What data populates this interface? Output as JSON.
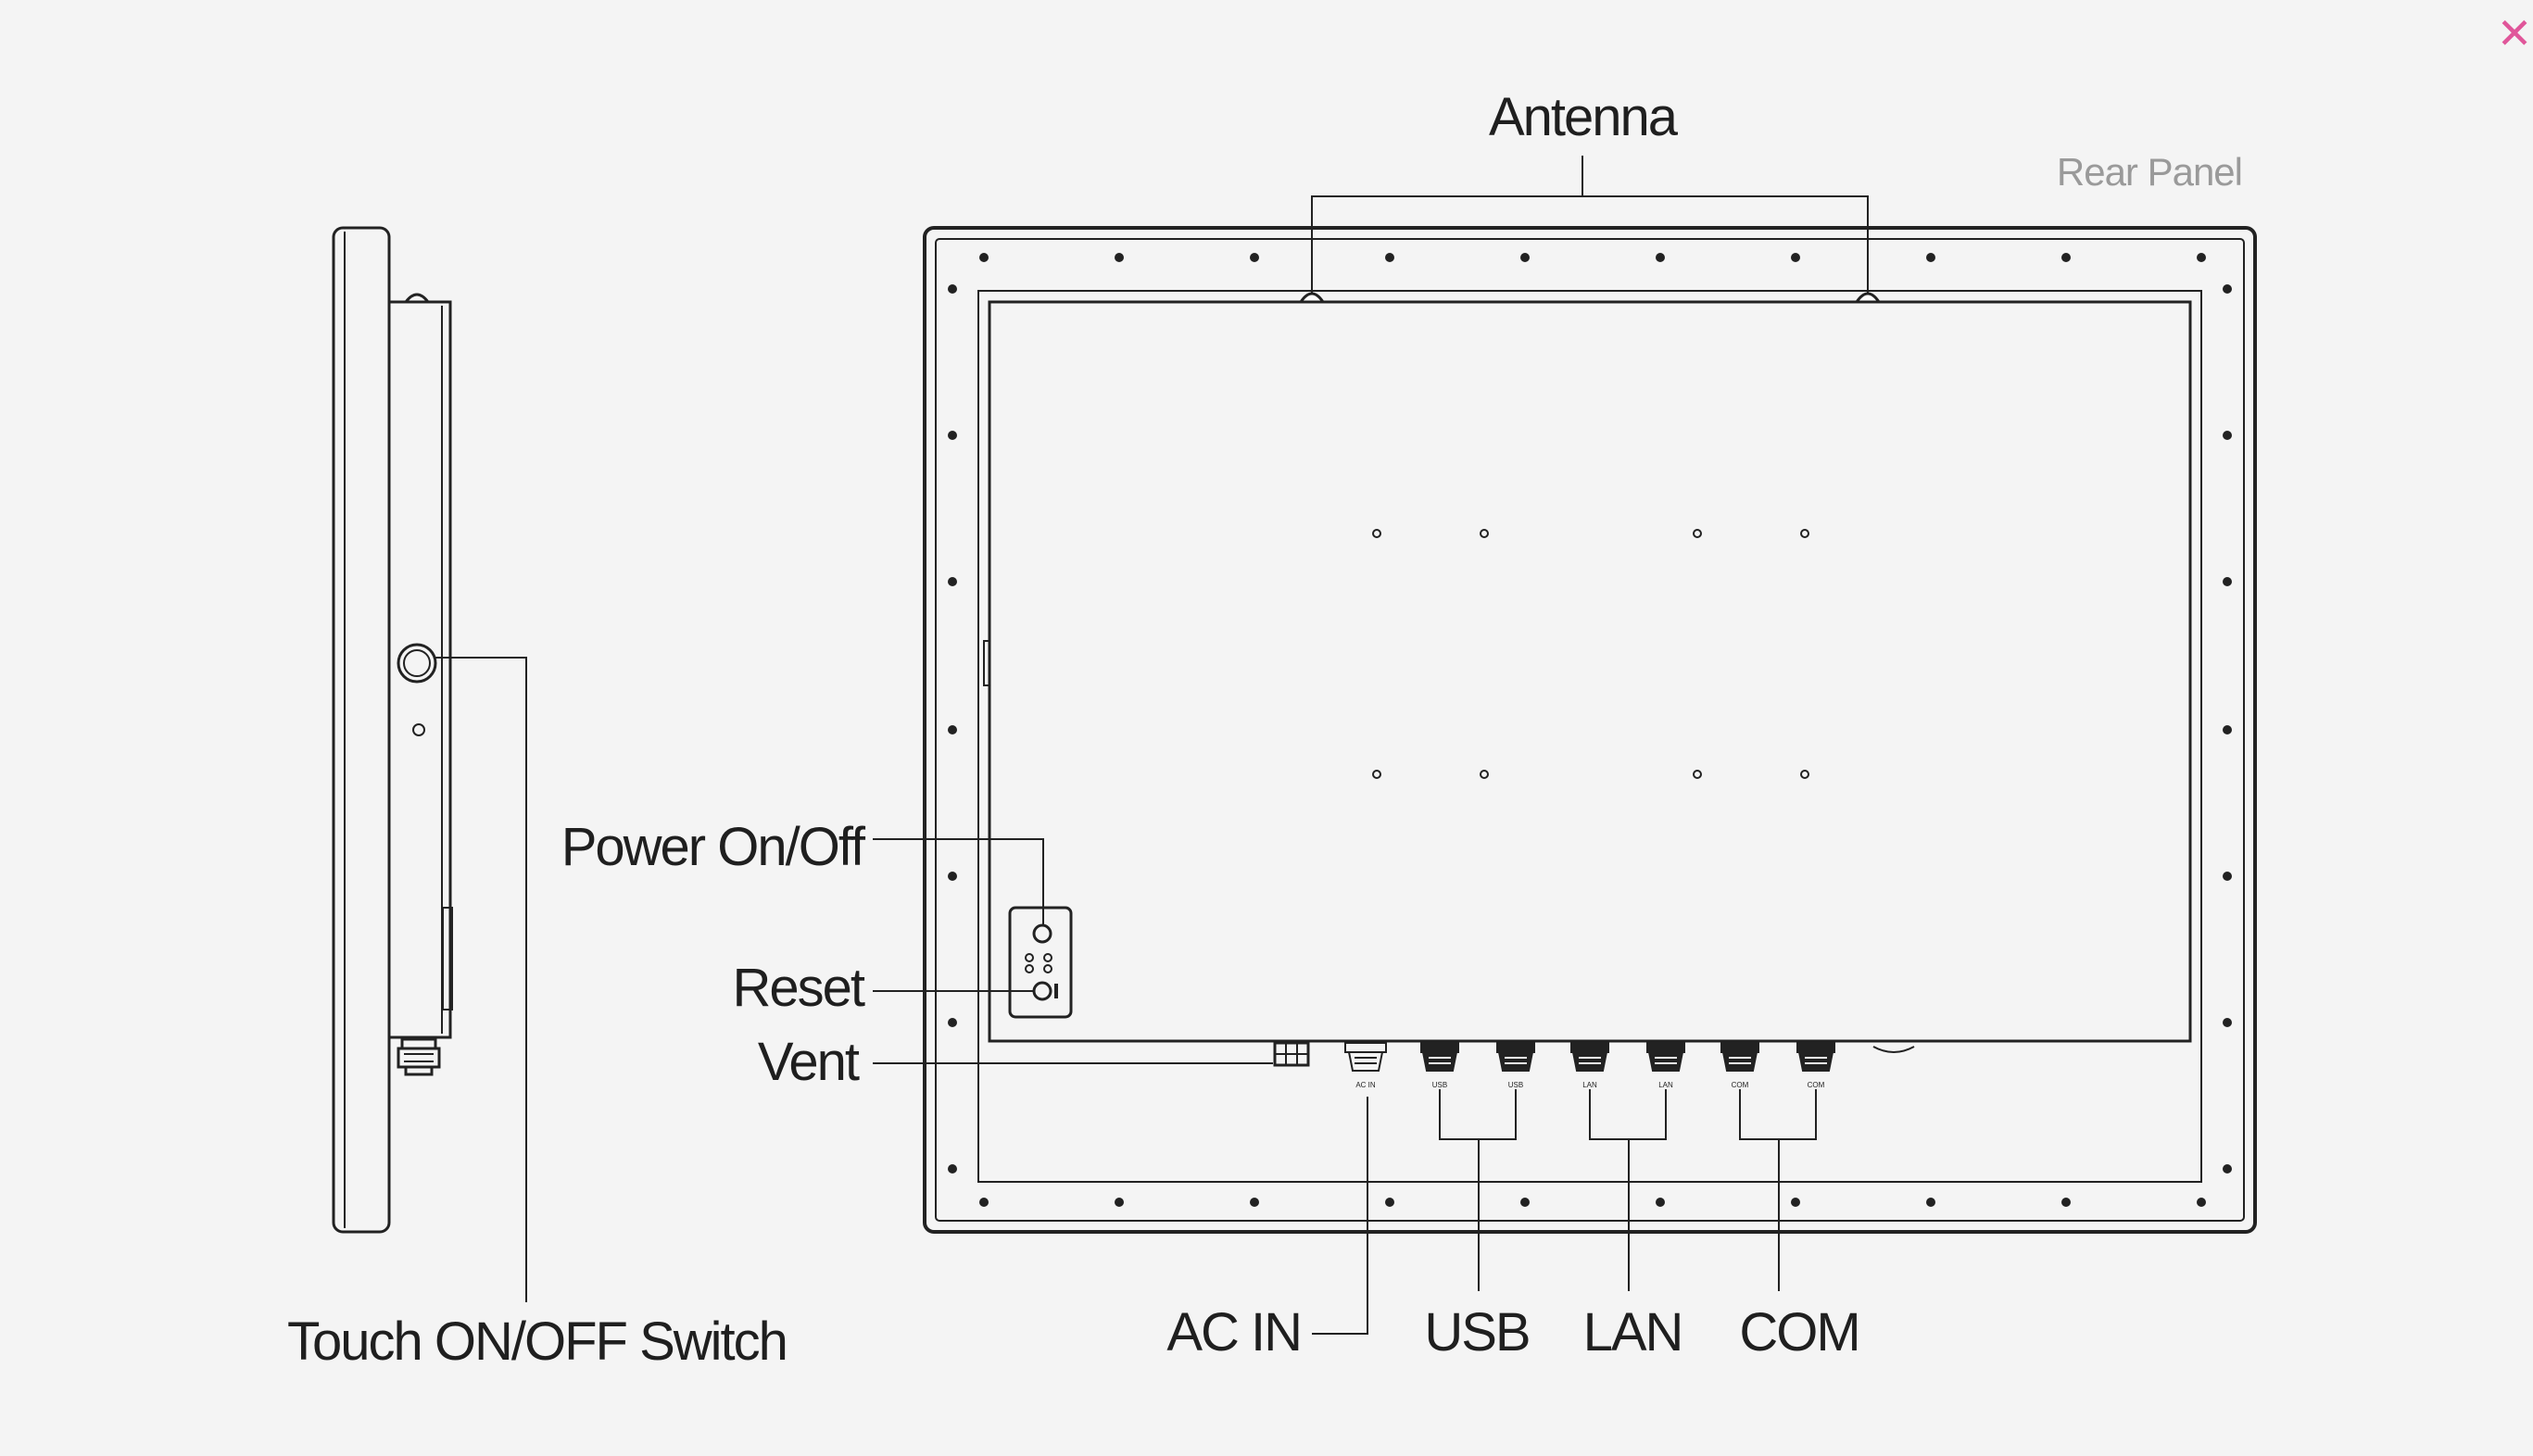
{
  "panel_title": "Rear Panel",
  "labels": {
    "antenna": "Antenna",
    "power": "Power On/Off",
    "reset": "Reset",
    "vent": "Vent",
    "touch_switch": "Touch ON/OFF Switch",
    "ac_in": "AC IN",
    "usb": "USB",
    "lan": "LAN",
    "com": "COM"
  },
  "port_tags": {
    "ac_in": "AC IN",
    "usb": "USB",
    "lan": "LAN",
    "com": "COM"
  },
  "close_icon": "close-icon",
  "colors": {
    "background": "#f4f4f4",
    "line": "#222222",
    "close": "#e0569a",
    "panel_title": "#9a9a9a"
  }
}
